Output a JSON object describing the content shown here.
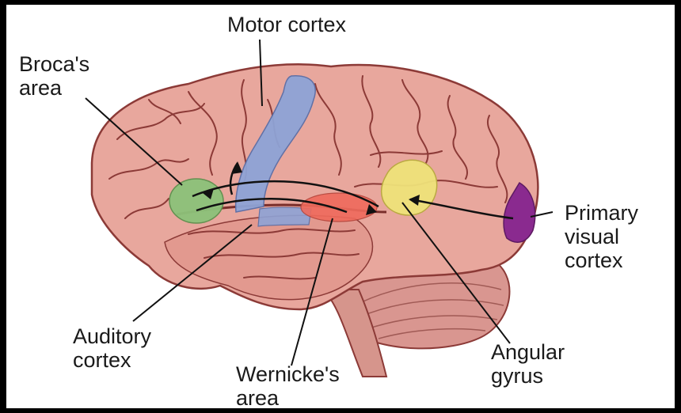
{
  "labels": {
    "motor_cortex": "Motor cortex",
    "broca_line1": "Broca's",
    "broca_line2": "area",
    "primary_line1": "Primary",
    "primary_line2": "visual",
    "primary_line3": "cortex",
    "auditory_line1": "Auditory",
    "auditory_line2": "cortex",
    "wernicke_line1": "Wernicke's",
    "wernicke_line2": "area",
    "angular_line1": "Angular",
    "angular_line2": "gyrus"
  },
  "colors": {
    "brain_fill": "#e8a79d",
    "brain_shadow": "#c97b73",
    "sulcus": "#8c3a37",
    "motor_cortex": "#8ea3d6",
    "broca": "#8cc27a",
    "wernicke": "#ef6a5c",
    "angular_gyrus": "#efe27a",
    "visual_cortex": "#8a2a8f",
    "cerebellum": "#d99690",
    "leader_line": "#111111"
  }
}
